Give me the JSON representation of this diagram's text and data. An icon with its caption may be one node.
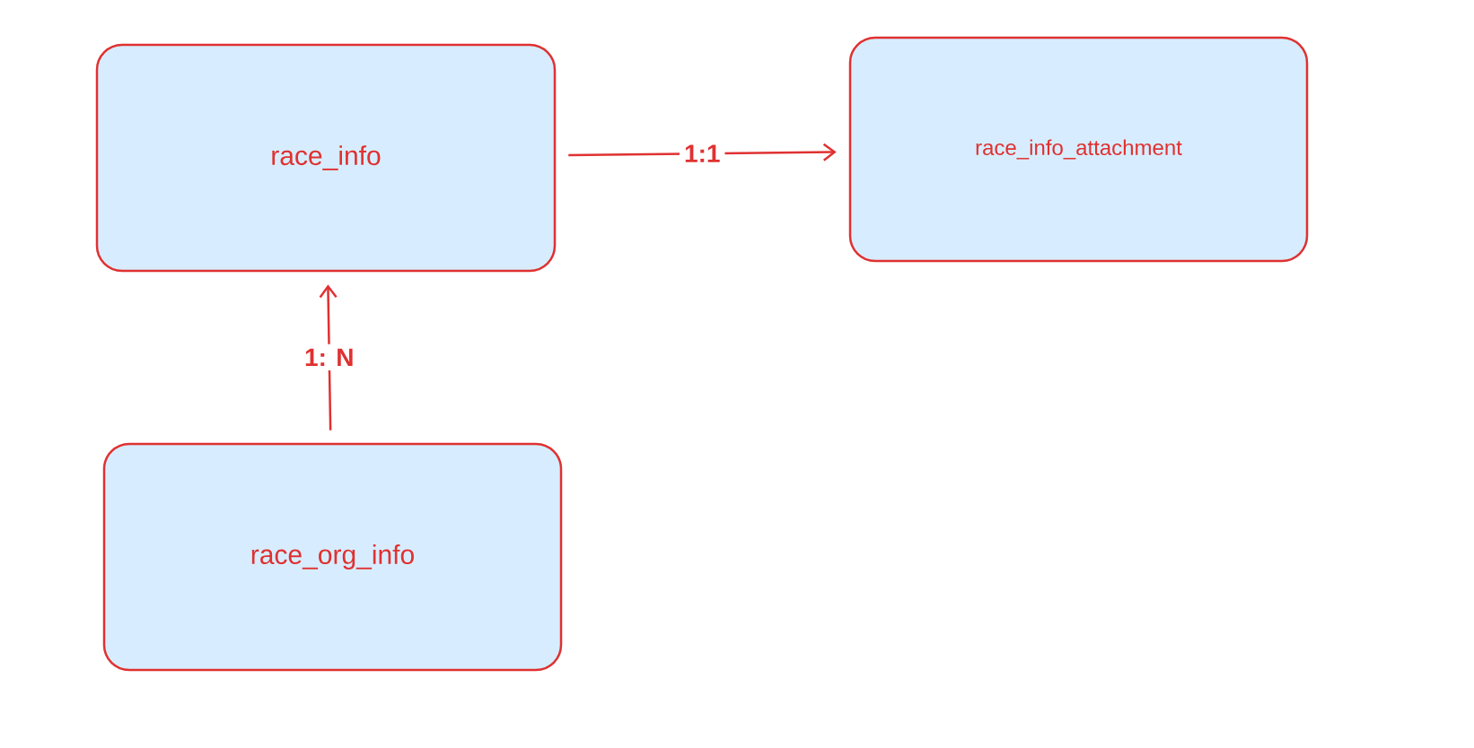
{
  "diagram": {
    "nodes": [
      {
        "text": [
          "race_info"
        ]
      },
      {
        "text": [
          "race_info_attachment"
        ]
      },
      {
        "text": [
          "race_org_info"
        ]
      }
    ],
    "edges": [
      {
        "from": 0,
        "to": 1,
        "arrow": "to",
        "label": "1:1"
      },
      {
        "from": 2,
        "to": 0,
        "arrow": "to",
        "label": "1: N"
      }
    ]
  }
}
